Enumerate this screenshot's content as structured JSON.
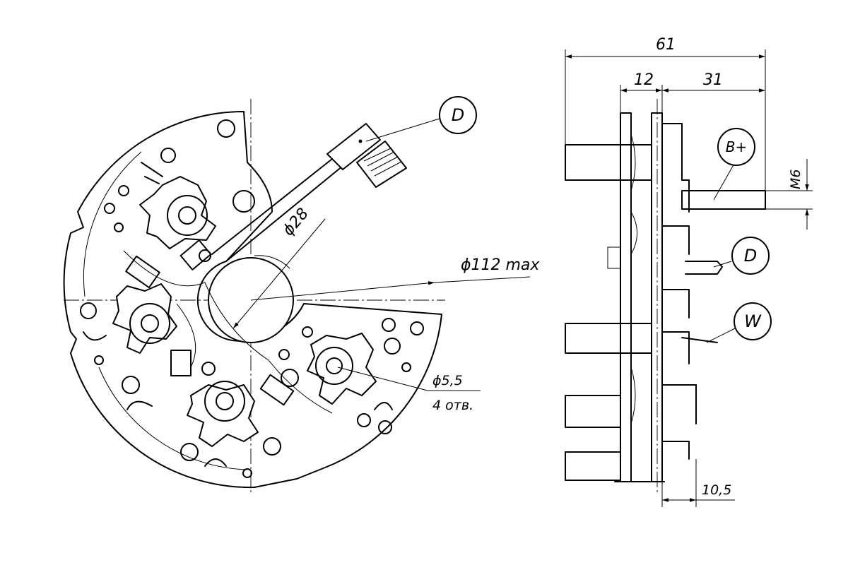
{
  "dimensions": {
    "overall_width": "61",
    "dim_a": "12",
    "dim_b": "31",
    "thread": "M6",
    "plate_thickness": "10,5",
    "bore": "ϕ28",
    "outer": "ϕ112 max",
    "holes_dia": "ϕ5,5",
    "holes_count": "4 отв."
  },
  "callouts": {
    "front_terminal": "D",
    "side_terminal": "D",
    "positive": "B+",
    "phase": "W"
  }
}
